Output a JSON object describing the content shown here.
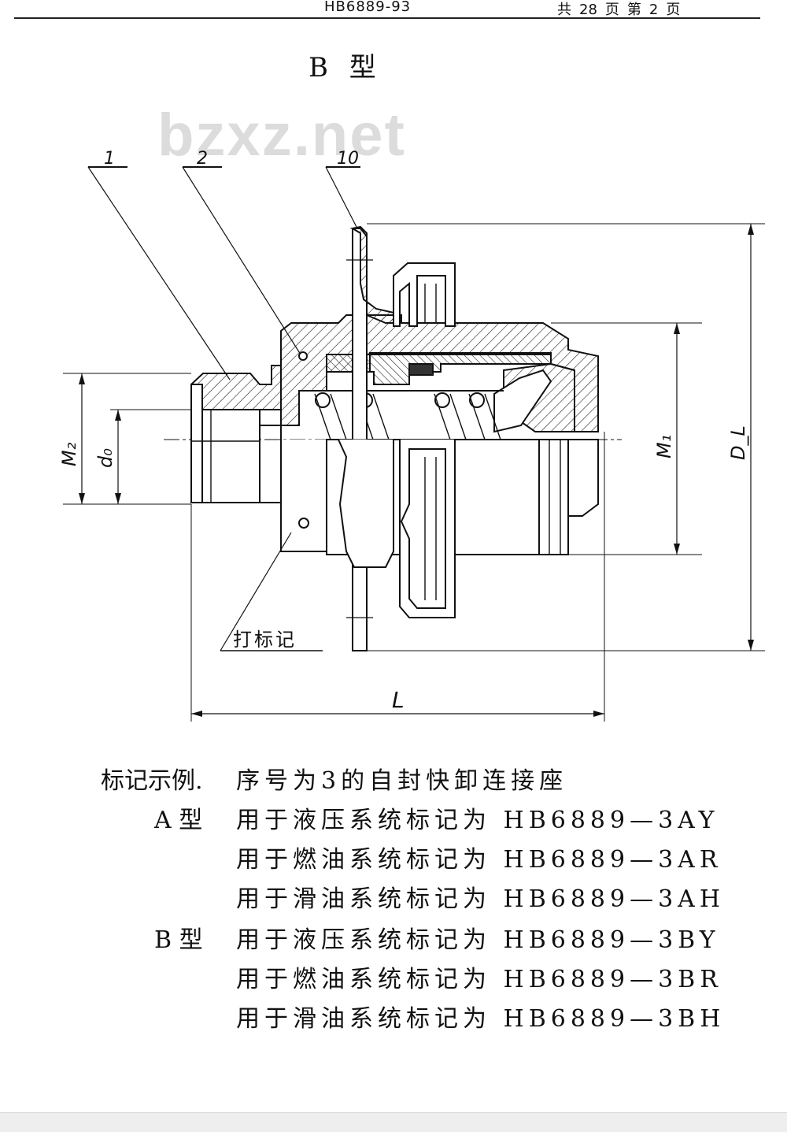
{
  "header": {
    "code": "HB6889-93",
    "total_prefix": "共",
    "total_pages": "28",
    "page_unit": "页",
    "current_prefix": "第",
    "current_page": "2",
    "current_unit": "页"
  },
  "title": "B 型",
  "watermark": "bzxz.net",
  "drawing": {
    "leaders": [
      "1",
      "2",
      "10"
    ],
    "marking_label": "打标记",
    "dims": {
      "M2": "M₂",
      "d0": "d₀",
      "M1": "M₁",
      "DL": "D_L",
      "L": "L"
    }
  },
  "notes": {
    "example_label": "标记示例.",
    "example_text": "序号为3的自封快卸连接座",
    "groups": [
      {
        "type": "A 型",
        "lines": [
          "用于液压系统标记为 HB6889—3AY",
          "用于燃油系统标记为 HB6889—3AR",
          "用于滑油系统标记为 HB6889—3AH"
        ]
      },
      {
        "type": "B 型",
        "lines": [
          "用于液压系统标记为 HB6889—3BY",
          "用于燃油系统标记为 HB6889—3BR",
          "用于滑油系统标记为 HB6889—3BH"
        ]
      }
    ]
  }
}
